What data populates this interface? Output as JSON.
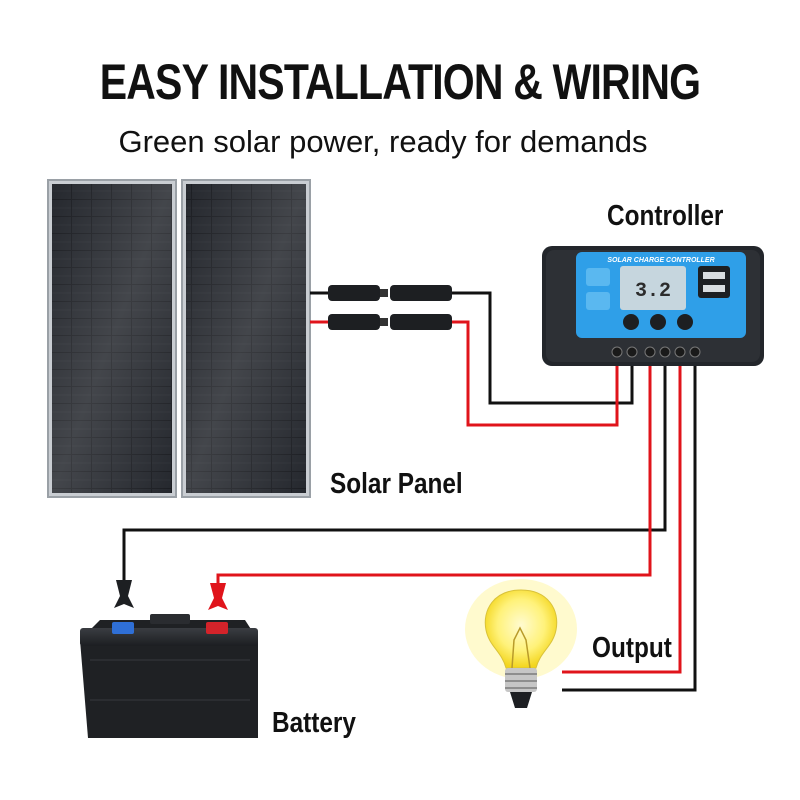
{
  "header": {
    "title": "EASY INSTALLATION & WIRING",
    "subtitle": "Green solar power, ready for demands"
  },
  "labels": {
    "controller": "Controller",
    "solar_panel": "Solar Panel",
    "battery": "Battery",
    "output": "Output"
  },
  "controller": {
    "screen_title": "SOLAR CHARGE CONTROLLER",
    "display_value": "3.2"
  },
  "colors": {
    "positive_wire": "#e0141b",
    "negative_wire": "#111111",
    "controller_face": "#2f9fe8",
    "panel_cell": "#1a1c20"
  },
  "icons": [
    "solar-panel-icon",
    "battery-icon",
    "bulb-icon",
    "usb-port-icon"
  ]
}
